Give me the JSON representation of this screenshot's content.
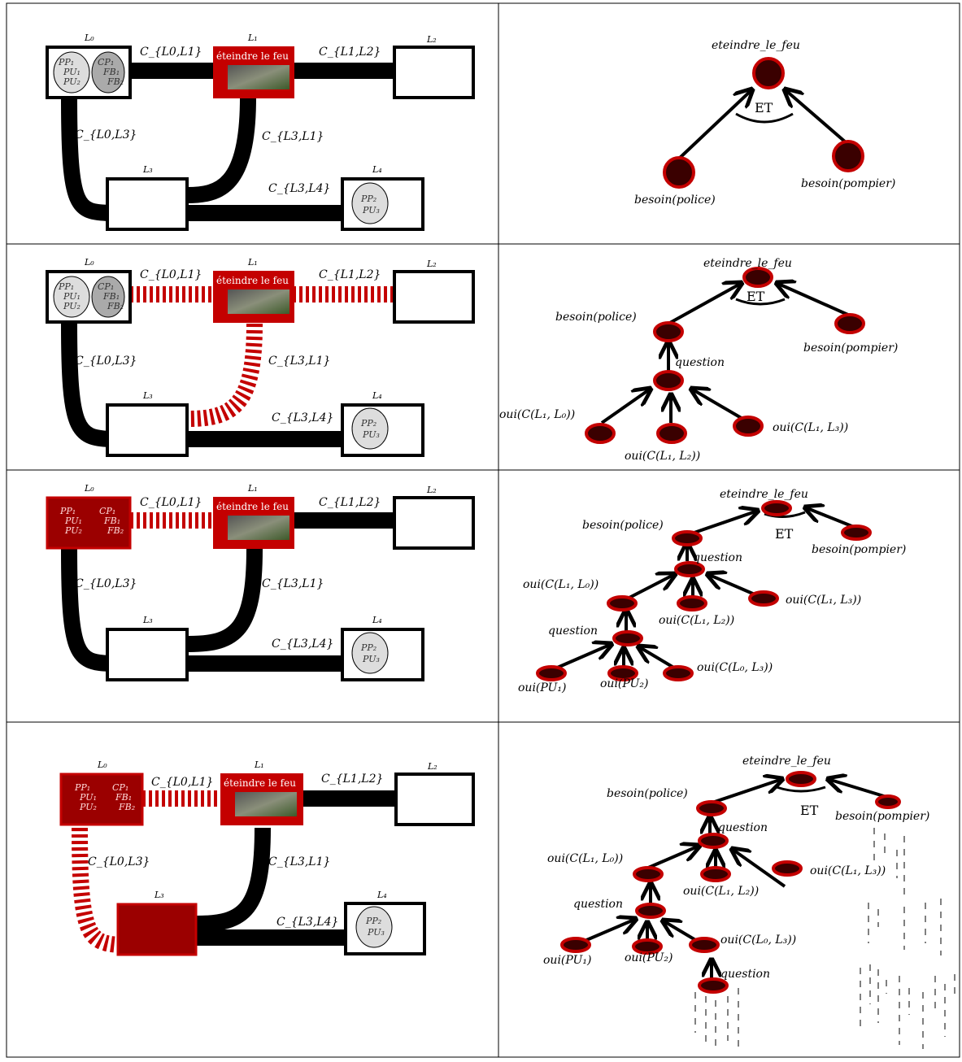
{
  "colors": {
    "edge": "#000000",
    "active": "#c40000",
    "node_fill": "#3a0000",
    "room_fill": "#9b0000",
    "ellipse_fill": "#d9d9d9",
    "ellipse_dark": "#a8a8a8"
  },
  "rooms": {
    "L0": "L₀",
    "L1": "L₁",
    "L2": "L₂",
    "L3": "L₃",
    "L4": "L₄"
  },
  "corridors": {
    "C01": "C_{L0,L1}",
    "C12": "C_{L1,L2}",
    "C03": "C_{L0,L3}",
    "C31": "C_{L3,L1}",
    "C34": "C_{L3,L4}"
  },
  "resources": {
    "pp1": "PP₁",
    "pu1": "PU₁",
    "pu2": "PU₂",
    "cp1": "CP₁",
    "fb1": "FB₁",
    "fb2": "FB₂",
    "pp2": "PP₂",
    "pu3": "PU₃"
  },
  "fire_label": "éteindre le feu",
  "tree": {
    "goal": "eteindre_le_feu",
    "and": "ET",
    "police": "besoin(police)",
    "pompier": "besoin(pompier)",
    "question": "question",
    "oui_L1L0": "oui(C(L₁, L₀))",
    "oui_L1L2": "oui(C(L₁, L₂))",
    "oui_L1L3": "oui(C(L₁, L₃))",
    "oui_PU1": "oui(PU₁)",
    "oui_PU2": "oui(PU₂)",
    "oui_L0L3": "oui(C(L₀, L₃))"
  }
}
